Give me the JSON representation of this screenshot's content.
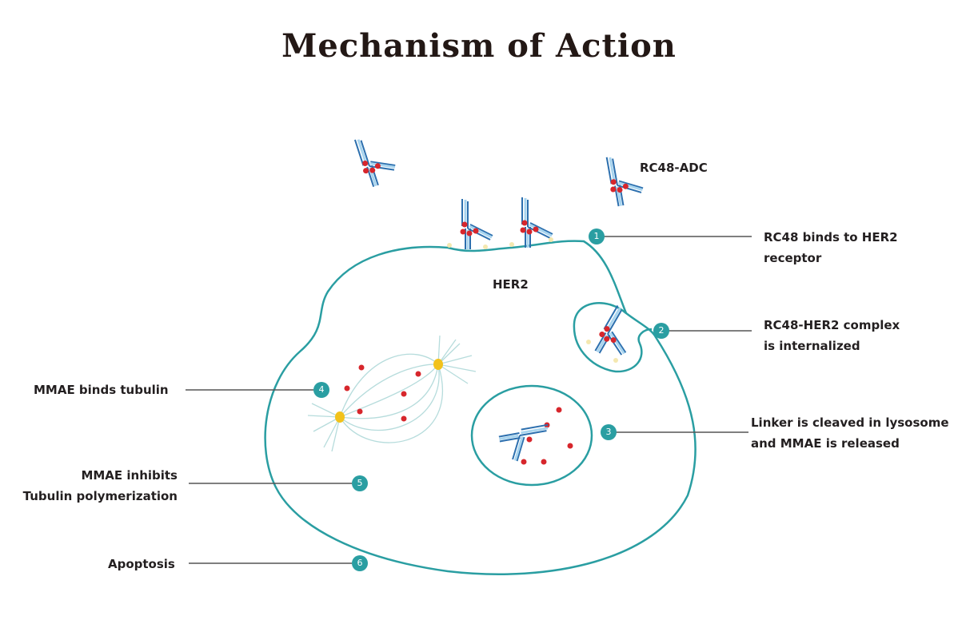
{
  "title": "Mechanism of Action",
  "labels": {
    "adc": "RC48-ADC",
    "her2": "HER2"
  },
  "steps": [
    {
      "number": "1",
      "lines": [
        "RC48 binds to HER2",
        "receptor"
      ]
    },
    {
      "number": "2",
      "lines": [
        "RC48-HER2 complex",
        "is internalized"
      ]
    },
    {
      "number": "3",
      "lines": [
        "Linker is cleaved in lysosome",
        "and MMAE is released"
      ]
    },
    {
      "number": "4",
      "lines": [
        "MMAE binds tubulin"
      ]
    },
    {
      "number": "5",
      "lines": [
        "MMAE inhibits",
        "Tubulin polymerization"
      ]
    },
    {
      "number": "6",
      "lines": [
        "Apoptosis"
      ]
    }
  ],
  "colors": {
    "membrane": "#2a9ea2",
    "cell_fill": "#ffffff",
    "antibody_light": "#7ec0e4",
    "antibody_dark": "#2c6fae",
    "payload": "#d7262c",
    "centrosome": "#f2c21b",
    "spindle": "#b6dcdc",
    "leader_line": "#555555"
  }
}
